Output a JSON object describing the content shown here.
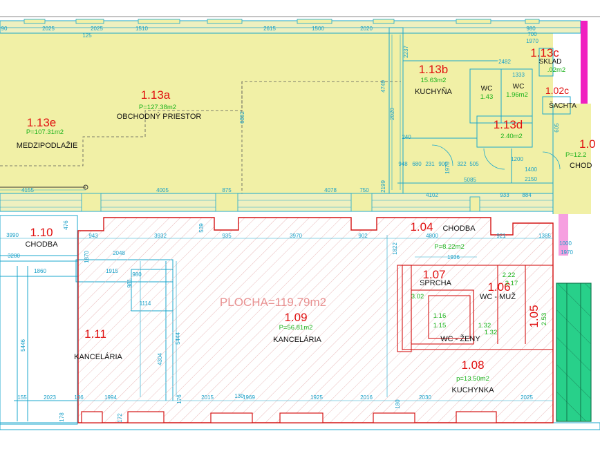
{
  "colors": {
    "upper_floor_fill": "#f1f0a6",
    "dimension_line": "#1aa7cc",
    "outline_red": "#d41414",
    "room_id_red": "#e01010",
    "area_green": "#18b018",
    "hatch": "#e2a4a4",
    "stair_green": "#28d08a",
    "pink_wall": "#f020c0"
  },
  "plocha_label": "PLOCHA=119.79m2",
  "rooms": {
    "r113e": {
      "id": "1.13e",
      "area": "P=107.31m2",
      "name": "MEDZIPODLAŽIE"
    },
    "r113a": {
      "id": "1.13a",
      "area": "P=127.38m2",
      "name": "OBCHODNÝ PRIESTOR"
    },
    "r113b": {
      "id": "1.13b",
      "area": "15.63m2",
      "name": "KUCHYŇA"
    },
    "r113c": {
      "id": "1.13c",
      "area": ".02m2",
      "name": "SKLAD"
    },
    "r102c": {
      "id": "1.02c",
      "name": "ŠACHTA"
    },
    "r113d": {
      "id": "1.13d",
      "area": "2.40m2"
    },
    "wc1": {
      "name": "WC",
      "area": "1.43"
    },
    "wc2": {
      "name": "WC",
      "area": "1.96m2"
    },
    "r10x": {
      "id": "1.0",
      "area": "P=12.2",
      "name": "CHOD"
    },
    "r110": {
      "id": "1.10",
      "name": "CHODBA"
    },
    "r104": {
      "id": "1.04",
      "name": "CHODBA",
      "area": "P=8.22m2"
    },
    "r111": {
      "id": "1.11",
      "name": "KANCELÁRIA"
    },
    "r109": {
      "id": "1.09",
      "area": "P=56.81m2",
      "name": "KANCELÁRIA"
    },
    "r107": {
      "id": "1.07",
      "name": "SPRCHA"
    },
    "r106": {
      "id": "1.06",
      "name": "WC - MUŽ"
    },
    "r105": {
      "id": "1.05"
    },
    "wc_zeny": {
      "name": "WC - ŽENY"
    },
    "r108": {
      "id": "1.08",
      "area": "p=13.50m2",
      "name": "KUCHYNKA"
    }
  },
  "small_values": {
    "v302": "3.02",
    "v116": "1.16",
    "v115": "1.15",
    "v132a": "1.32",
    "v132b": "1.32",
    "v222": "2.22",
    "v217": "2.17",
    "v253": "2.53"
  },
  "dims": {
    "top": [
      "90",
      "2025",
      "2025",
      "1510",
      "2615",
      "1500",
      "2020",
      "980",
      "700",
      "1970",
      "2482",
      "1333",
      "125"
    ],
    "upper_mid": [
      "4155",
      "4005",
      "875",
      "4078",
      "750",
      "4102",
      "933",
      "884",
      "5085",
      "1200",
      "1400",
      "2150"
    ],
    "upper_small": [
      "240",
      "948",
      "680",
      "231",
      "900",
      "1970",
      "322",
      "505",
      "2237",
      "4749",
      "2020",
      "2199",
      "6882",
      "605"
    ],
    "office_top": [
      "3990",
      "943",
      "3932",
      "935",
      "3970",
      "902",
      "4800",
      "921",
      "1385",
      "1000",
      "1970",
      "1936",
      "539",
      "476"
    ],
    "office_inner": [
      "3280",
      "1860",
      "2048",
      "1915",
      "980",
      "1114",
      "981",
      "1870",
      "5446",
      "5444",
      "4304",
      "1822"
    ],
    "office_bottom": [
      "155",
      "2023",
      "1994",
      "2015",
      "1969",
      "1925",
      "2016",
      "2030",
      "2025",
      "172",
      "178",
      "136",
      "130",
      "176",
      "180"
    ]
  }
}
